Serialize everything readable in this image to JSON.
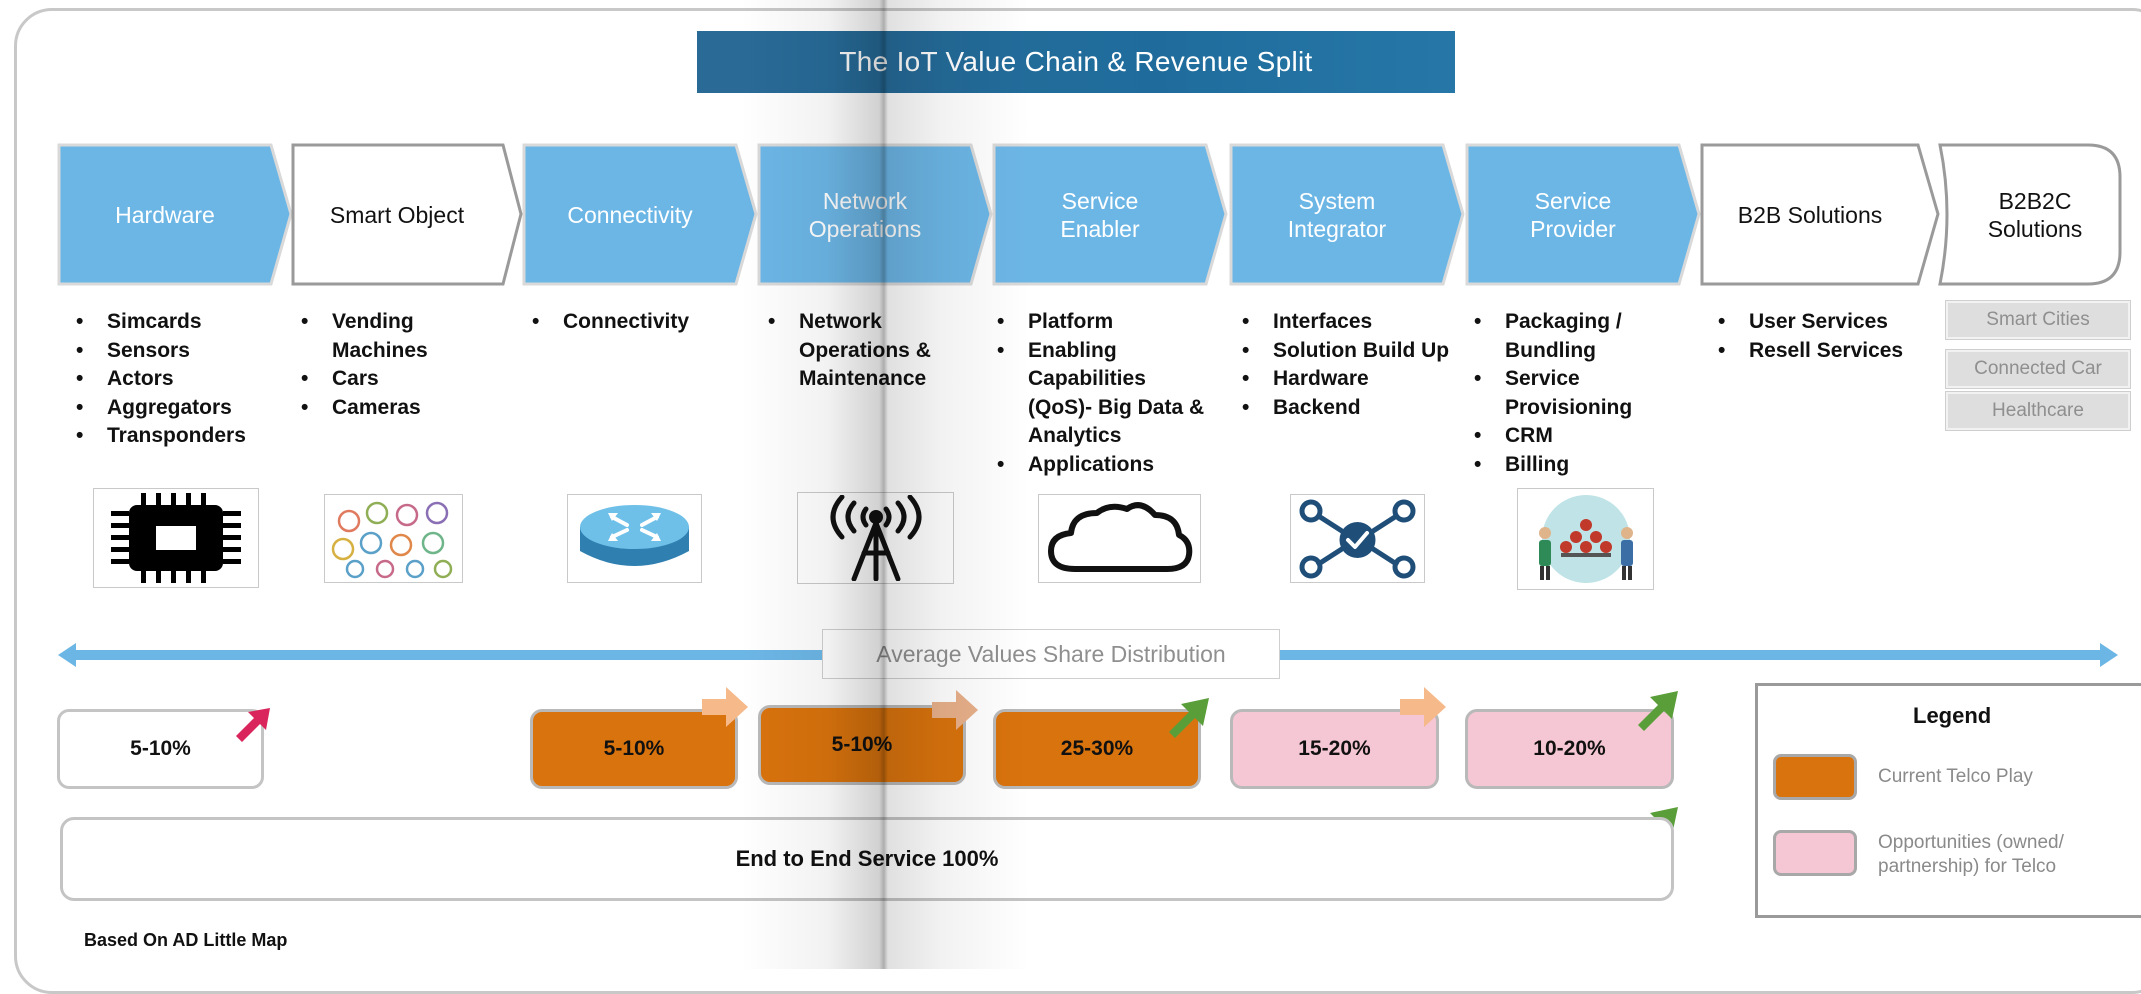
{
  "title": "The IoT Value Chain & Revenue Split",
  "colors": {
    "stage_blue": "#6cb6e6",
    "title_blue": "#1f6c9c",
    "telco_orange": "#d9730d",
    "opportunity_pink": "#f5c6d3",
    "arrow_green": "#5a9e3a",
    "arrow_peach": "#f6b98a",
    "arrow_red": "#d9245c"
  },
  "stages": [
    {
      "label": "Hardware",
      "style": "blue",
      "items": [
        "Simcards",
        "Sensors",
        "Actors",
        "Aggregators",
        "Transponders"
      ],
      "icon": "chip-icon"
    },
    {
      "label": "Smart Object",
      "style": "white",
      "items": [
        "Vending Machines",
        "Cars",
        "Cameras"
      ],
      "icon": "smart-objects-icon"
    },
    {
      "label": "Connectivity",
      "style": "blue",
      "items": [
        "Connectivity"
      ],
      "icon": "router-icon"
    },
    {
      "label": "Network Operations",
      "style": "blue",
      "items": [
        "Network Operations & Maintenance"
      ],
      "icon": "antenna-tower-icon"
    },
    {
      "label": "Service Enabler",
      "style": "blue",
      "items": [
        "Platform",
        "Enabling Capabilities (QoS)- Big Data & Analytics",
        "Applications"
      ],
      "icon": "cloud-icon"
    },
    {
      "label": "System Integrator",
      "style": "blue",
      "items": [
        "Interfaces",
        "Solution Build Up",
        "Hardware",
        "Backend"
      ],
      "icon": "network-hub-icon"
    },
    {
      "label": "Service Provider",
      "style": "blue",
      "items": [
        "Packaging / Bundling",
        "Service Provisioning",
        "CRM",
        "Billing"
      ],
      "icon": "service-delivery-icon"
    },
    {
      "label": "B2B Solutions",
      "style": "white",
      "items": [
        "User Services",
        "Resell Services"
      ],
      "icon": ""
    },
    {
      "label": "B2B2C Solutions",
      "style": "white-end",
      "items": [],
      "icon": ""
    }
  ],
  "b2b2c_chips": [
    "Smart Cities",
    "Connected Car",
    "Healthcare"
  ],
  "distribution_label": "Average Values Share Distribution",
  "shares": [
    {
      "label": "5-10%",
      "style": "white",
      "arrow": "red"
    },
    {
      "label": "5-10%",
      "style": "orange",
      "arrow": "peach"
    },
    {
      "label": "5-10%",
      "style": "orange",
      "arrow": "peach"
    },
    {
      "label": "25-30%",
      "style": "orange",
      "arrow": "green"
    },
    {
      "label": "15-20%",
      "style": "pink",
      "arrow": "peach"
    },
    {
      "label": "10-20%",
      "style": "pink",
      "arrow": "green"
    }
  ],
  "end_to_end": "End to End Service 100%",
  "legend": {
    "title": "Legend",
    "items": [
      {
        "label": "Current Telco Play",
        "color": "#d9730d"
      },
      {
        "label": "Opportunities (owned/ partnership) for Telco",
        "color": "#f5c6d3"
      }
    ]
  },
  "source": "Based On AD Little Map"
}
